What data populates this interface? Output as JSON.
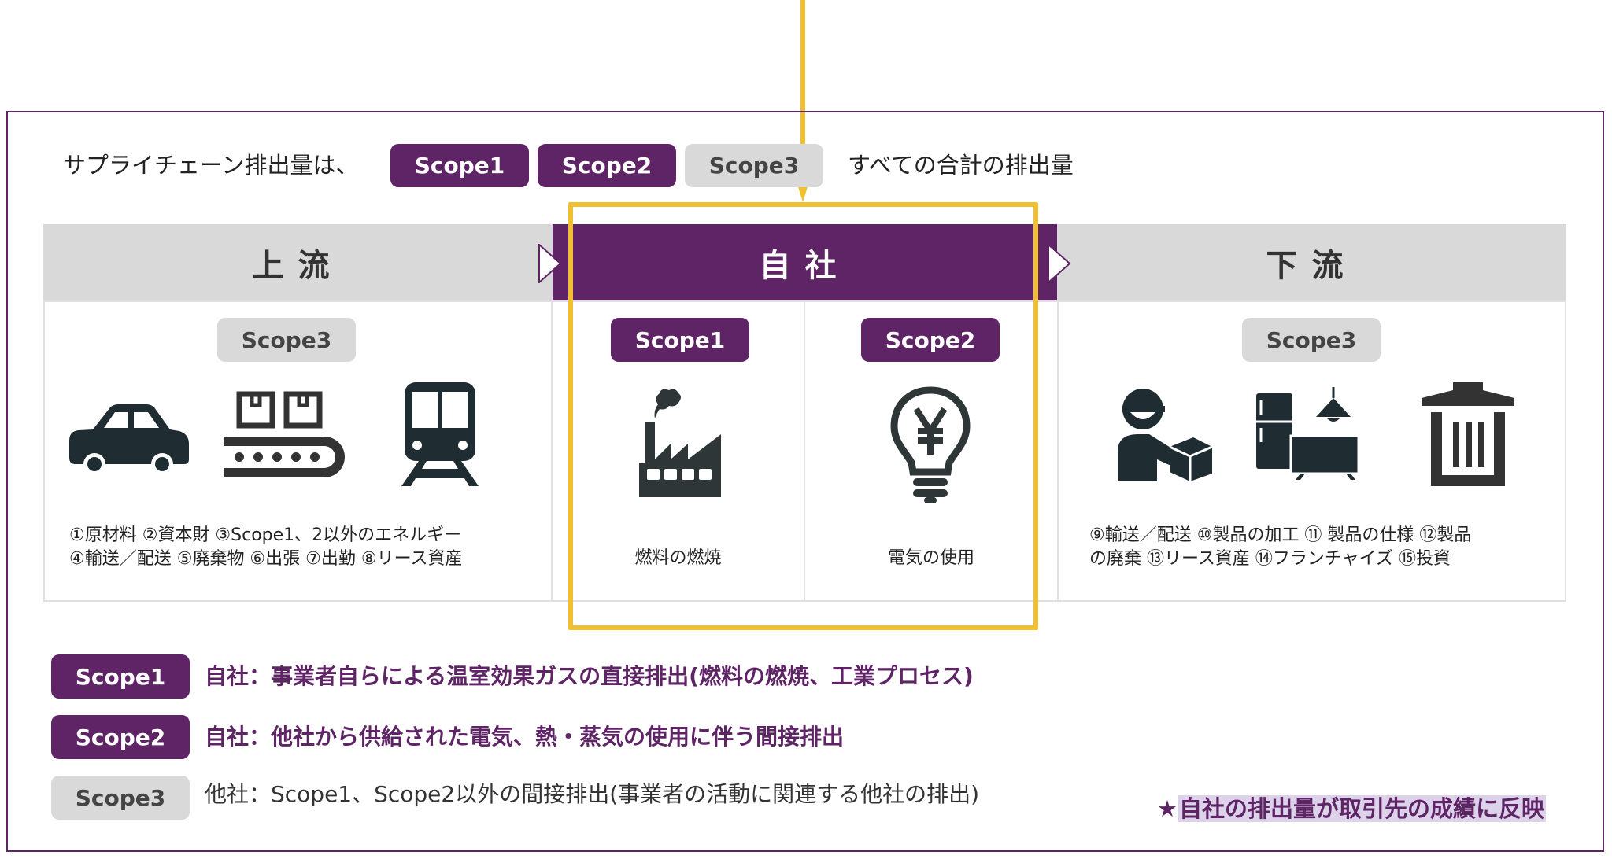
{
  "colors": {
    "purple": "#5e2465",
    "gray_pill": "#d9d9d9",
    "highlight_yellow": "#f0c030",
    "header_gray": "#d9d9d9",
    "note_highlight": "#dcd3ea"
  },
  "intro": {
    "lead_text": "サプライチェーン排出量は、",
    "pills": [
      "Scope1",
      "Scope2",
      "Scope3"
    ],
    "tail_text": "すべての合計の排出量"
  },
  "columns": [
    {
      "header": "上流",
      "scope_label": "Scope3",
      "icons": [
        "car-icon",
        "conveyor-belt-icon",
        "train-icon"
      ],
      "description_lines": [
        "①原材料 ②資本財 ③Scope1、2以外のエネルギー",
        "④輸送／配送 ⑤廃棄物 ⑥出張 ⑦出勤 ⑧リース資産"
      ]
    },
    {
      "header": "自社",
      "sub": [
        {
          "scope_label": "Scope1",
          "icon": "factory-icon",
          "description": "燃料の燃焼"
        },
        {
          "scope_label": "Scope2",
          "icon": "lightbulb-yen-icon",
          "description": "電気の使用"
        }
      ]
    },
    {
      "header": "下流",
      "scope_label": "Scope3",
      "icons": [
        "delivery-person-icon",
        "appliances-icon",
        "trash-can-icon"
      ],
      "description_lines": [
        "⑨輸送／配送 ⑩製品の加工 ⑪ 製品の仕様 ⑫製品",
        "の廃棄 ⑬リース資産 ⑭フランチャイズ ⑮投資"
      ]
    }
  ],
  "legend": [
    {
      "label": "Scope1",
      "text": "自社：事業者自らによる温室効果ガスの直接排出(燃料の燃焼、工業プロセス)"
    },
    {
      "label": "Scope2",
      "text": "自社：他社から供給された電気、熱・蒸気の使用に伴う間接排出"
    },
    {
      "label": "Scope3",
      "text": "他社：Scope1、Scope2以外の間接排出(事業者の活動に関連する他社の排出)"
    }
  ],
  "note": {
    "star": "★",
    "text": "自社の排出量が取引先の成績に反映"
  }
}
